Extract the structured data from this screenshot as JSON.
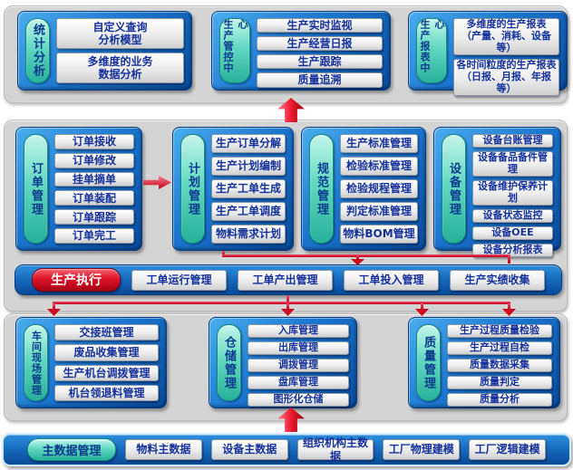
{
  "top": {
    "groups": [
      {
        "tab": "统计分析",
        "items": [
          "自定义查询\n分析模型",
          "多维度的业务\n数据分析"
        ]
      },
      {
        "tab": "生产管控中心",
        "items": [
          "生产实时监视",
          "生产经营日报",
          "生产跟踪",
          "质量追溯"
        ]
      },
      {
        "tab": "生产报表中心",
        "items": [
          "多维度的生产报表\n（产量、消耗、设备等）",
          "各时间粒度的生产报表\n（日报、月报、年报等）"
        ]
      }
    ]
  },
  "middle": {
    "groups": [
      {
        "tab": "订单管理",
        "items": [
          "订单接收",
          "订单修改",
          "挂单摘单",
          "订单装配",
          "订单跟踪",
          "订单完工"
        ]
      },
      {
        "tab": "计划管理",
        "items": [
          "生产订单分解",
          "生产计划编制",
          "生产工单生成",
          "生产工单调度",
          "物料需求计划"
        ]
      },
      {
        "tab": "规范管理",
        "items": [
          "生产标准管理",
          "检验标准管理",
          "检验规程管理",
          "判定标准管理",
          "物料BOM管理"
        ]
      },
      {
        "tab": "设备管理",
        "items": [
          "设备台账管理",
          "设备备品备件管理",
          "设备维护保养计划",
          "设备状态监控",
          "设备OEE",
          "设备分析报表"
        ]
      }
    ]
  },
  "exec": {
    "label": "生产执行",
    "items": [
      "工单运行管理",
      "工单产出管理",
      "工单投入管理",
      "生产实绩收集"
    ]
  },
  "bottom": {
    "groups": [
      {
        "tab": "车间现场管理",
        "items": [
          "交接班管理",
          "废品收集管理",
          "生产机台调拨管理",
          "机台领退料管理"
        ]
      },
      {
        "tab": "仓储管理",
        "items": [
          "入库管理",
          "出库管理",
          "调拨管理",
          "盘库管理",
          "图形化仓储"
        ]
      },
      {
        "tab": "质量管理",
        "items": [
          "生产过程质量检验",
          "生产过程自检",
          "质量数据采集",
          "质量判定",
          "质量分析"
        ]
      }
    ]
  },
  "master": {
    "label": "主数据管理",
    "items": [
      "物料主数据",
      "设备主数据",
      "组织机构主数据",
      "工厂物理建模",
      "工厂逻辑建模"
    ]
  },
  "colors": {
    "accent_red": "#d5112b",
    "panel_gray": "#d4d4d4",
    "group_blue": "#1470c8",
    "tab_teal": "#49c9b3",
    "item_text_blue": "#14319b",
    "bar_border_blue": "#cfeaf8"
  }
}
